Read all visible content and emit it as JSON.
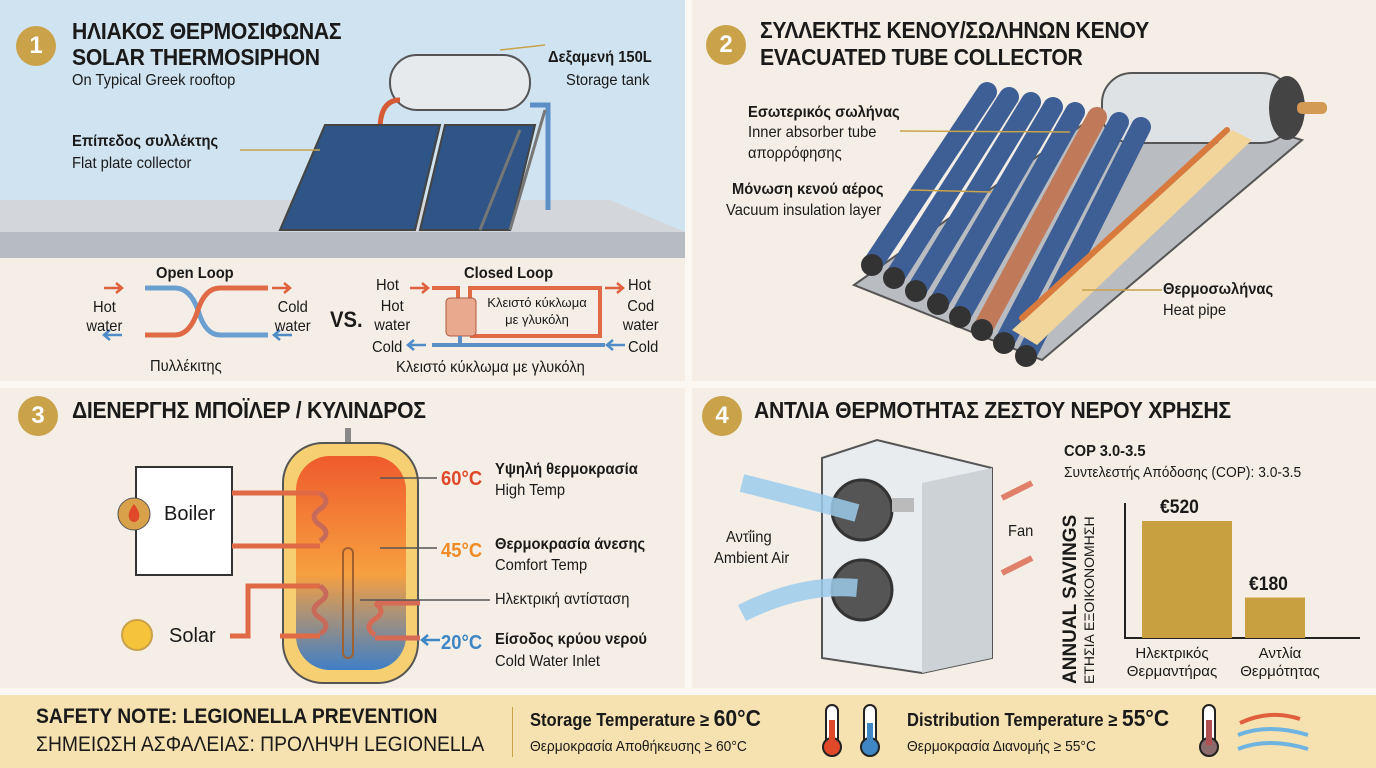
{
  "panel1": {
    "number": "1",
    "title_gr": "ΗΛΙΑΚΟΣ ΘΕΡΜΟΣΙΦΩΝΑΣ",
    "title_en": "SOLAR THERMOSIPHON",
    "subtitle": "On Typical Greek rooftop",
    "tank_gr": "Δεξαμενή 150L",
    "tank_en": "Storage tank",
    "collector_gr": "Επίπεδος συλλέκτης",
    "collector_en": "Flat plate collector",
    "open_loop": {
      "title": "Open Loop",
      "left": "Hot\nwater",
      "right": "Cold\nwater",
      "caption": "Πυλλέκιτης"
    },
    "vs": "VS.",
    "closed_loop": {
      "title": "Closed Loop",
      "hot_in": "Hot",
      "left": "Hot\nwater",
      "cold_out": "Cold",
      "hot_out": "Hot",
      "right": "Cod\nwater",
      "cold_in": "Cold",
      "box": "Κλειστό κύκλωμα\nμε γλυκόλη",
      "caption": "Κλειστό κύκλωμα με γλυκόλη"
    }
  },
  "panel2": {
    "number": "2",
    "title_gr": "ΣΥΛΛΕΚΤΗΣ ΚΕΝΟΥ/ΣΩΛΗΝΩΝ ΚΕΝΟΥ",
    "title_en": "EVACUATED TUBE COLLECTOR",
    "inner_gr": "Εσωτερικός σωλήνας",
    "inner_en": "Inner absorber tube",
    "inner_gr2": "απορρόφησης",
    "vacuum_gr": "Μόνωση κενού αέρος",
    "vacuum_en": "Vacuum insulation layer",
    "heatpipe_gr": "Θερμοσωλήνας",
    "heatpipe_en": "Heat pipe"
  },
  "panel3": {
    "number": "3",
    "title": "ΔΙΕΝΕΡΓΗΣ ΜΠΟΪΛΕΡ / ΚΥΛΙΝΔΡΟΣ",
    "boiler": "Boiler",
    "solar": "Solar",
    "high_temp": "60°C",
    "high_gr": "Υψηλή θερμοκρασία",
    "high_en": "High Temp",
    "comfort_temp": "45°C",
    "comfort_gr": "Θερμοκρασία άνεσης",
    "comfort_en": "Comfort Temp",
    "element_gr": "Ηλεκτρική αντίσταση",
    "cold_temp": "20°C",
    "cold_gr": "Είσοδος κρύου νερού",
    "cold_en": "Cold Water Inlet",
    "colors": {
      "hot": "#e0482a",
      "comfort": "#f08a24",
      "cold": "#3f86c4"
    }
  },
  "panel4": {
    "number": "4",
    "title": "ΑΝΤΛΙΑ ΘΕΡΜΟΤΗΤΑΣ ΖΕΣΤΟΥ ΝΕΡΟΥ ΧΡΗΣΗΣ",
    "ambient_gr": "Αντΐing",
    "ambient_en": "Ambient Air",
    "fan": "Fan",
    "cop": "COP 3.0-3.5",
    "cop_gr": "Συντελεστής Απόδοσης (COP): 3.0-3.5",
    "chart_data": {
      "type": "bar",
      "ylabel_en": "ANNUAL SAVINGS",
      "ylabel_gr": "ΕΤΗΣΙΑ ΕΞΟΙΚΟΝΟΜΗΣΗ",
      "categories": [
        "Ηλεκτρικός\nΘερμαντήρας",
        "Αντλία\nΘερμότητας"
      ],
      "values": [
        520,
        180
      ],
      "labels": [
        "€520",
        "€180"
      ],
      "color": "#c9a040"
    }
  },
  "footer": {
    "title_en": "SAFETY NOTE: LEGIONELLA PREVENTION",
    "title_gr": "ΣΗΜΕΙΩΣΗ ΑΣΦΑΛΕΙΑΣ: ΠΡΟΛΗΨΗ LEGIONELLA",
    "storage_label": "Storage Temperature ≥ ",
    "storage_value": "60°C",
    "storage_gr": "Θερμοκρασία Αποθήκευσης ≥ 60°C",
    "dist_label": "Distribution Temperature ≥ ",
    "dist_value": "55°C",
    "dist_gr": "Θερμοκρασία Διανομής ≥ 55°C"
  }
}
